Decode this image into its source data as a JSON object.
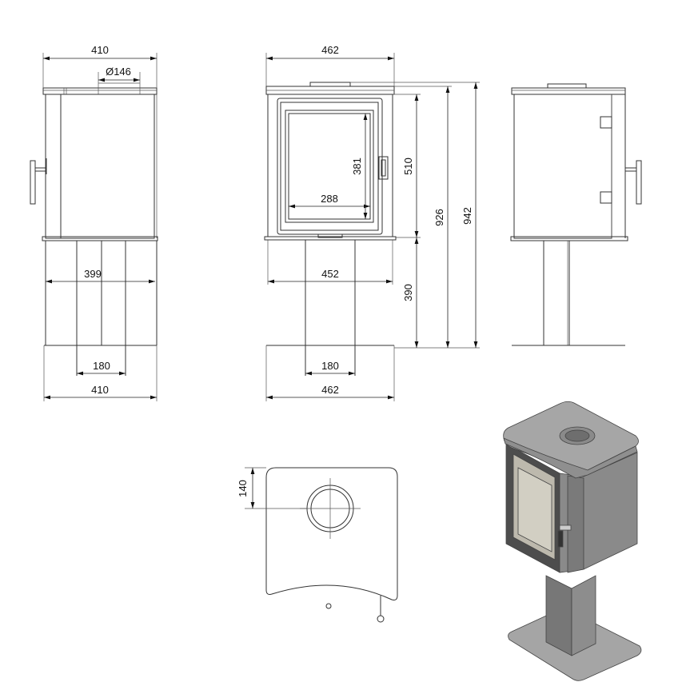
{
  "dimensions": {
    "side_left": {
      "top_width": "410",
      "flue_diameter": "Ø146",
      "body_width": "399",
      "pedestal_width": "180",
      "base_width": "410"
    },
    "front": {
      "top_width": "462",
      "glass_width": "288",
      "glass_height": "381",
      "body_width": "452",
      "pedestal_width": "180",
      "base_width": "462",
      "body_height": "510",
      "pedestal_height": "390",
      "flue_height": "926",
      "total_height": "942"
    },
    "top": {
      "flue_offset": "140"
    }
  },
  "colors": {
    "line": "#333333",
    "render_body": "#8c8c8c",
    "render_top": "#a9a9a9",
    "render_dark": "#555555"
  }
}
